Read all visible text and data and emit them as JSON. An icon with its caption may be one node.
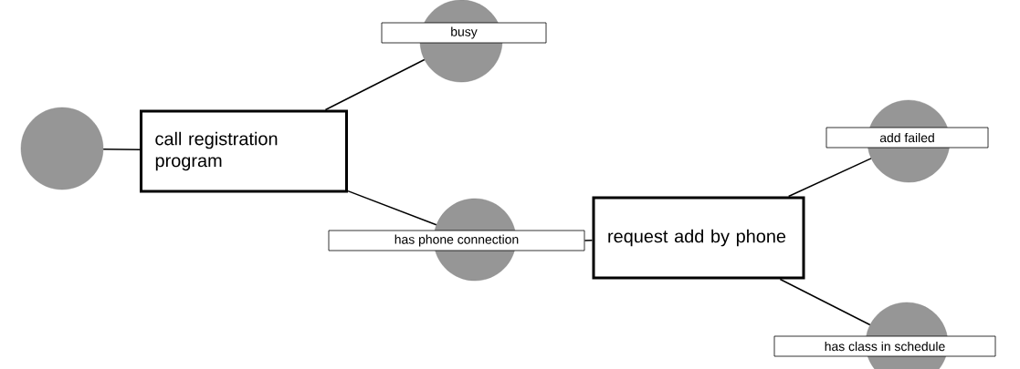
{
  "diagram": {
    "nodes": [
      {
        "text": [],
        "shape": "circle"
      },
      {
        "text": [
          "call registration program"
        ]
      },
      {
        "text": [
          "busy"
        ]
      },
      {
        "text": [
          "has phone connection"
        ]
      },
      {
        "text": [
          "request add by phone"
        ]
      },
      {
        "text": [
          "add failed"
        ]
      },
      {
        "text": [
          "has class in schedule"
        ]
      }
    ],
    "edges": [
      {
        "from": 0,
        "to": 1,
        "arrow": "none"
      },
      {
        "from": 1,
        "to": 2,
        "arrow": "none"
      },
      {
        "from": 1,
        "to": 3,
        "arrow": "none"
      },
      {
        "from": 3,
        "to": 4,
        "arrow": "none"
      },
      {
        "from": 4,
        "to": 5,
        "arrow": "none"
      },
      {
        "from": 4,
        "to": 6,
        "arrow": "none"
      }
    ]
  }
}
